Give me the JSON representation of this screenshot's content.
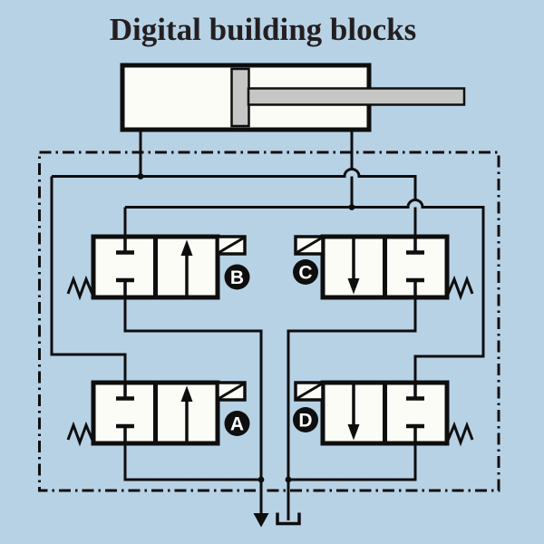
{
  "title": "Digital building blocks",
  "colors": {
    "background": "#b8d2e5",
    "line": "#0e0e0e",
    "component_fill": "#fcfcf7",
    "metal": "#c6c7c5",
    "label_text": "#ffffff",
    "title_color": "#231f20"
  },
  "cylinder": {
    "type": "double-acting-cylinder-with-piston-rod",
    "ports": [
      "left-cap-end",
      "right-rod-end"
    ]
  },
  "valves": [
    {
      "label": "A",
      "position": "lower-left",
      "left_square": "blocked-ports",
      "right_square": "flow-arrow-up",
      "solenoid_side": "top-right",
      "spring_side": "left"
    },
    {
      "label": "B",
      "position": "upper-left",
      "left_square": "blocked-ports",
      "right_square": "flow-arrow-up",
      "solenoid_side": "top-right",
      "spring_side": "left"
    },
    {
      "label": "C",
      "position": "upper-right",
      "left_square": "flow-arrow-down",
      "right_square": "blocked-ports",
      "solenoid_side": "top-left",
      "spring_side": "right"
    },
    {
      "label": "D",
      "position": "lower-right",
      "left_square": "flow-arrow-down",
      "right_square": "blocked-ports",
      "solenoid_side": "top-left",
      "spring_side": "right"
    }
  ],
  "supply": {
    "pressure_source_symbol": "filled-triangle-down",
    "tank_symbol": "open-rectangle"
  },
  "enclosure": "dash-dot-boundary-box"
}
